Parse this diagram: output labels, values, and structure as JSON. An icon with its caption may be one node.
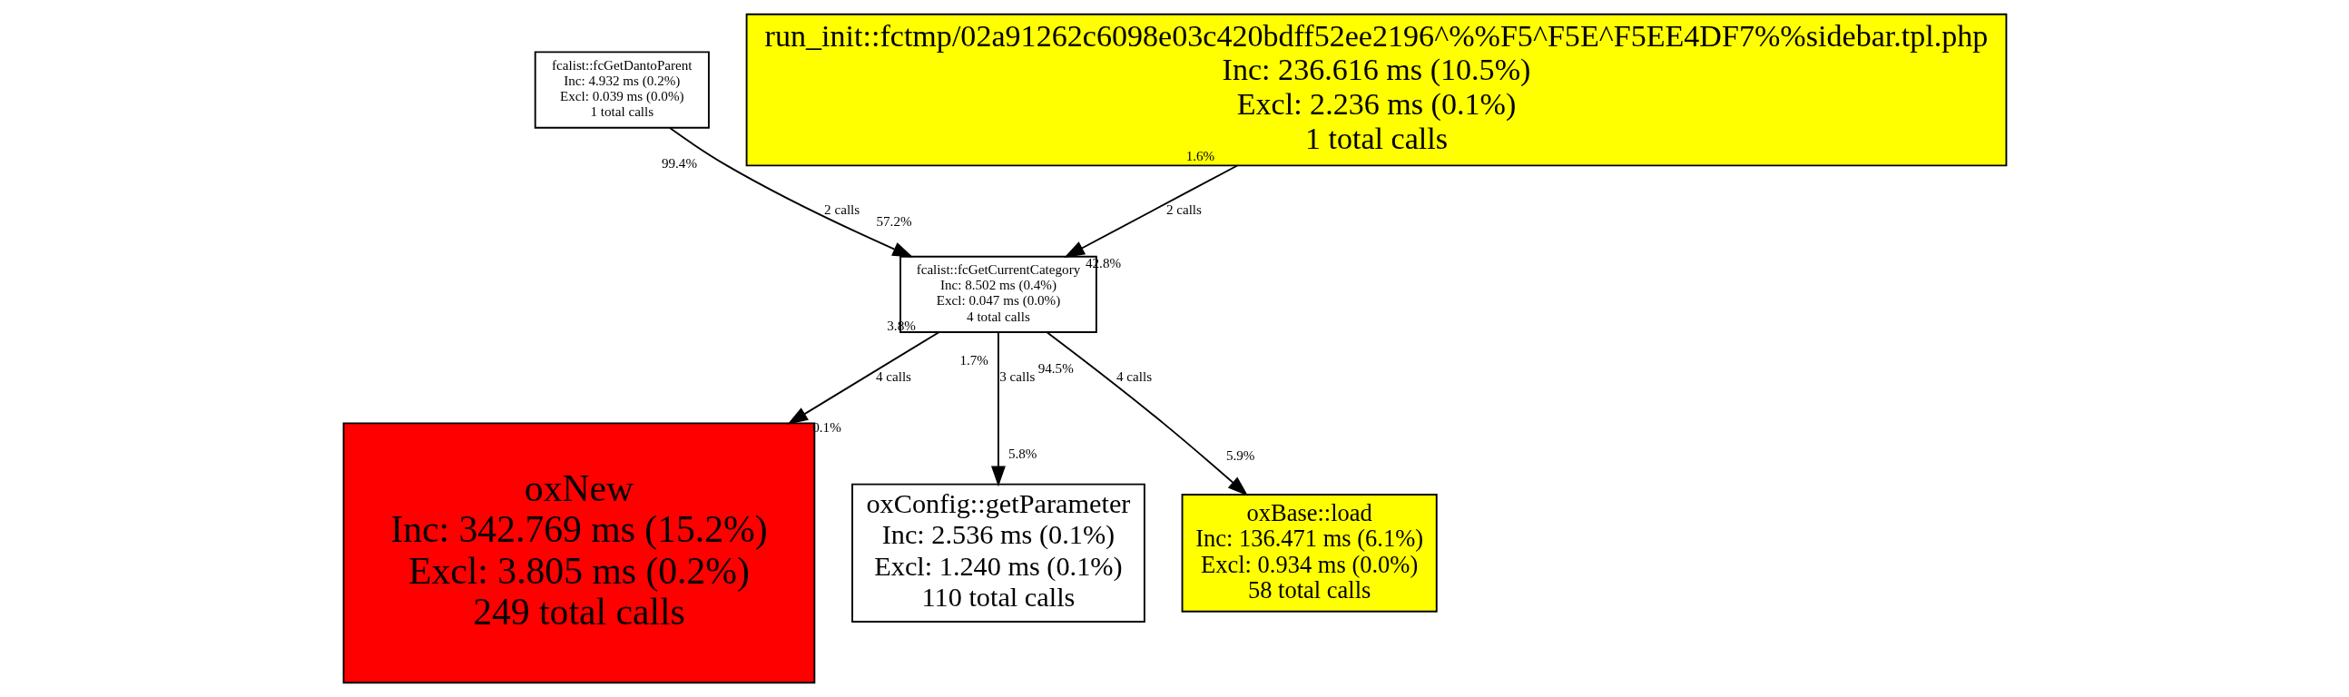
{
  "diagram": {
    "nodes": [
      {
        "text": [
          "fcalist::fcGetDantoParent",
          "Inc: 4.932 ms (0.2%)",
          "Excl: 0.039 ms (0.0%)",
          "1 total calls"
        ]
      },
      {
        "text": [
          "run_init::fctmp/02a91262c6098e03c420bdff52ee2196^%%F5^F5E^F5EE4DF7%%sidebar.tpl.php",
          "Inc: 236.616 ms (10.5%)",
          "Excl: 2.236 ms (0.1%)",
          "1 total calls"
        ]
      },
      {
        "text": [
          "fcalist::fcGetCurrentCategory",
          "Inc: 8.502 ms (0.4%)",
          "Excl: 0.047 ms (0.0%)",
          "4 total calls"
        ]
      },
      {
        "text": [
          "oxNew",
          "Inc: 342.769 ms (15.2%)",
          "Excl: 3.805 ms (0.2%)",
          "249 total calls"
        ]
      },
      {
        "text": [
          "oxConfig::getParameter",
          "Inc: 2.536 ms (0.1%)",
          "Excl: 1.240 ms (0.1%)",
          "110 total calls"
        ]
      },
      {
        "text": [
          "oxBase::load",
          "Inc: 136.471 ms (6.1%)",
          "Excl: 0.934 ms (0.0%)",
          "58 total calls"
        ]
      }
    ],
    "edges": [
      {
        "from": 0,
        "to": 2,
        "arrow": "to",
        "label": "2 calls"
      },
      {
        "from": 1,
        "to": 2,
        "arrow": "to",
        "label": "2 calls"
      },
      {
        "from": 2,
        "to": 3,
        "arrow": "to",
        "label": "4 calls"
      },
      {
        "from": 2,
        "to": 4,
        "arrow": "to",
        "label": "3 calls"
      },
      {
        "from": 2,
        "to": 5,
        "arrow": "to",
        "label": "4 calls"
      }
    ],
    "labels": [
      "99.4%",
      "57.2%",
      "1.6%",
      "42.8%",
      "3.8%",
      "0.1%",
      "1.7%",
      "5.8%",
      "94.5%",
      "5.9%"
    ]
  }
}
